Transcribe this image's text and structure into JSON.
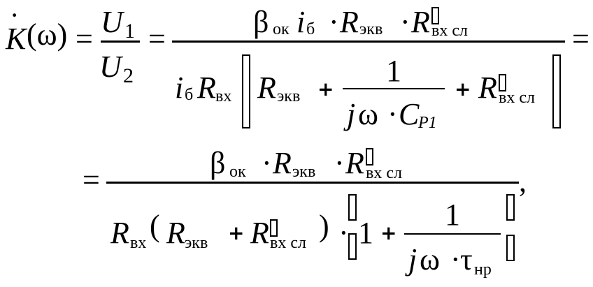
{
  "line1": {
    "K": "K",
    "omega_paren": "(ω)",
    "eq1": "=",
    "eq2": "=",
    "eq3": "=",
    "U1": "U",
    "sub1": "1",
    "U2": "U",
    "sub2": "2",
    "num": {
      "beta": "β",
      "beta_sub": "ок",
      "i": "i",
      "i_sub": "б",
      "dot1": "·",
      "R1": "R",
      "R1_sub": "экв",
      "dot2": "·",
      "R2": "R",
      "R2_sub": "вх сл"
    },
    "den": {
      "i": "i",
      "i_sub": "б",
      "R": "R",
      "R_sub": "вх",
      "Rekv": "R",
      "Rekv_sub": "экв",
      "plus1": "+",
      "frac_num": "1",
      "j": "j",
      "omega": "ω",
      "dot": "·",
      "C": "C",
      "C_sub": "P1",
      "plus2": "+",
      "Rsl": "R",
      "Rsl_sub": "вх сл"
    }
  },
  "line2": {
    "eq": "=",
    "comma": ",",
    "num": {
      "beta": "β",
      "beta_sub": "ок",
      "dot1": "·",
      "R1": "R",
      "R1_sub": "экв",
      "dot2": "·",
      "R2": "R",
      "R2_sub": "вх сл"
    },
    "den": {
      "R": "R",
      "R_sub": "вх",
      "lparen": "(",
      "Rekv": "R",
      "Rekv_sub": "экв",
      "plus1": "+",
      "Rsl": "R",
      "Rsl_sub": "вх сл",
      "rparen": ")",
      "dot": "·",
      "one": "1",
      "plus2": "+",
      "frac_num": "1",
      "j": "j",
      "omega": "ω",
      "dot2": "·",
      "tau": "τ",
      "tau_sub": "нр"
    }
  }
}
